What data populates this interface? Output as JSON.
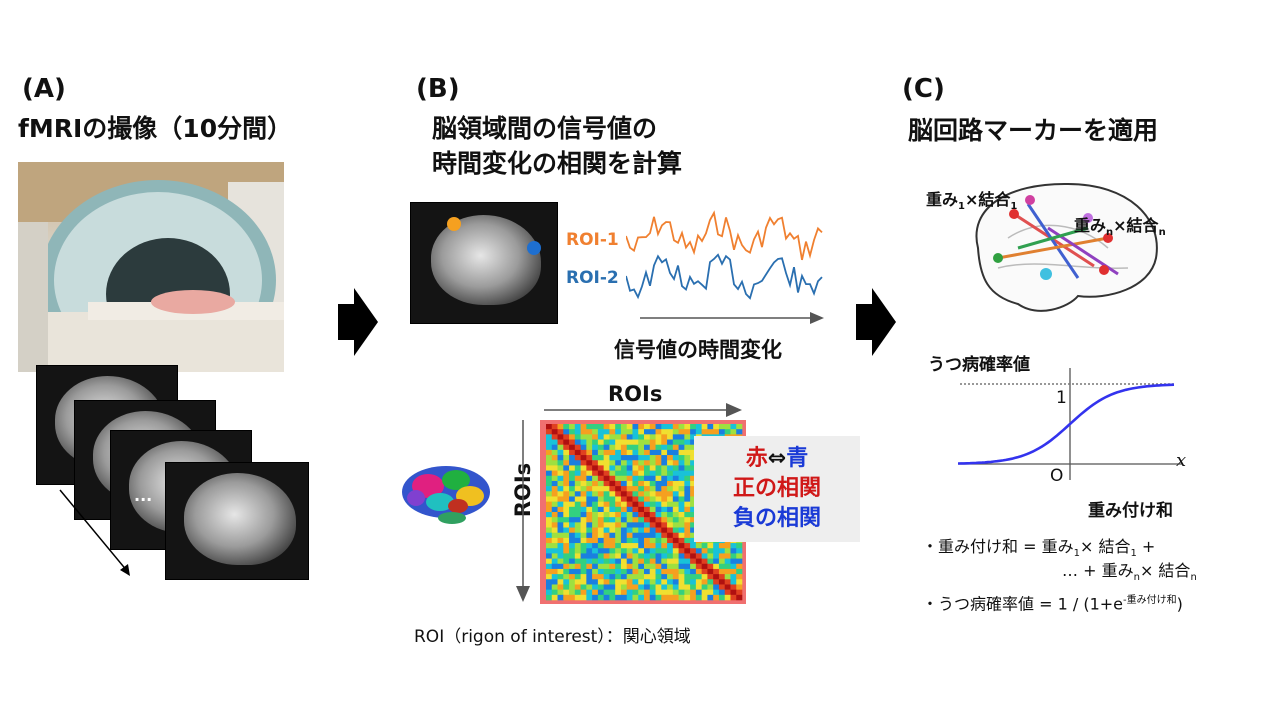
{
  "panel_a": {
    "label": "(A)",
    "title": "fMRIの撮像（10分間）",
    "ellipsis": "..."
  },
  "panel_b": {
    "label": "(B)",
    "title_line1": "脳領域間の信号値の",
    "title_line2": "時間変化の相関を計算",
    "roi1_label": "ROI-1",
    "roi2_label": "ROI-2",
    "roi1_color": "#f08030",
    "roi2_color": "#2a6fb0",
    "time_axis_label": "信号値の時間変化",
    "matrix_x_label": "ROIs",
    "matrix_y_label": "ROIs",
    "legend_red": "赤",
    "legend_arrow": "⇔",
    "legend_blue": "青",
    "legend_pos": "正の相関",
    "legend_neg": "負の相関",
    "legend_red_color": "#d01818",
    "legend_blue_color": "#1a3ad6",
    "footnote": "ROI（rigon of interest）：関心領域"
  },
  "panel_c": {
    "label": "(C)",
    "title": "脳回路マーカーを適用",
    "weight1": "重み",
    "weight1_sub": "1",
    "times1": "×",
    "conn1": "結合",
    "conn1_sub": "1",
    "weightn": "重み",
    "weightn_sub": "n",
    "timesn": "×",
    "connn": "結合",
    "connn_sub": "n",
    "y_axis_label": "うつ病確率値",
    "y_tick_1": "1",
    "origin": "O",
    "x_axis_var": "x",
    "x_axis_label": "重み付け和",
    "curve_color": "#3333ee",
    "formula1_a": "・重み付け和 = 重み",
    "formula1_sub1": "1",
    "formula1_b": "× 結合",
    "formula1_sub2": "1",
    "formula1_c": " +",
    "formula2_a": "… + 重み",
    "formula2_sub1": "n",
    "formula2_b": "× 結合",
    "formula2_sub2": "n",
    "formula3_a": "・うつ病確率値 = 1 / (1+e",
    "formula3_sup": "-重み付け和",
    "formula3_b": ")"
  }
}
